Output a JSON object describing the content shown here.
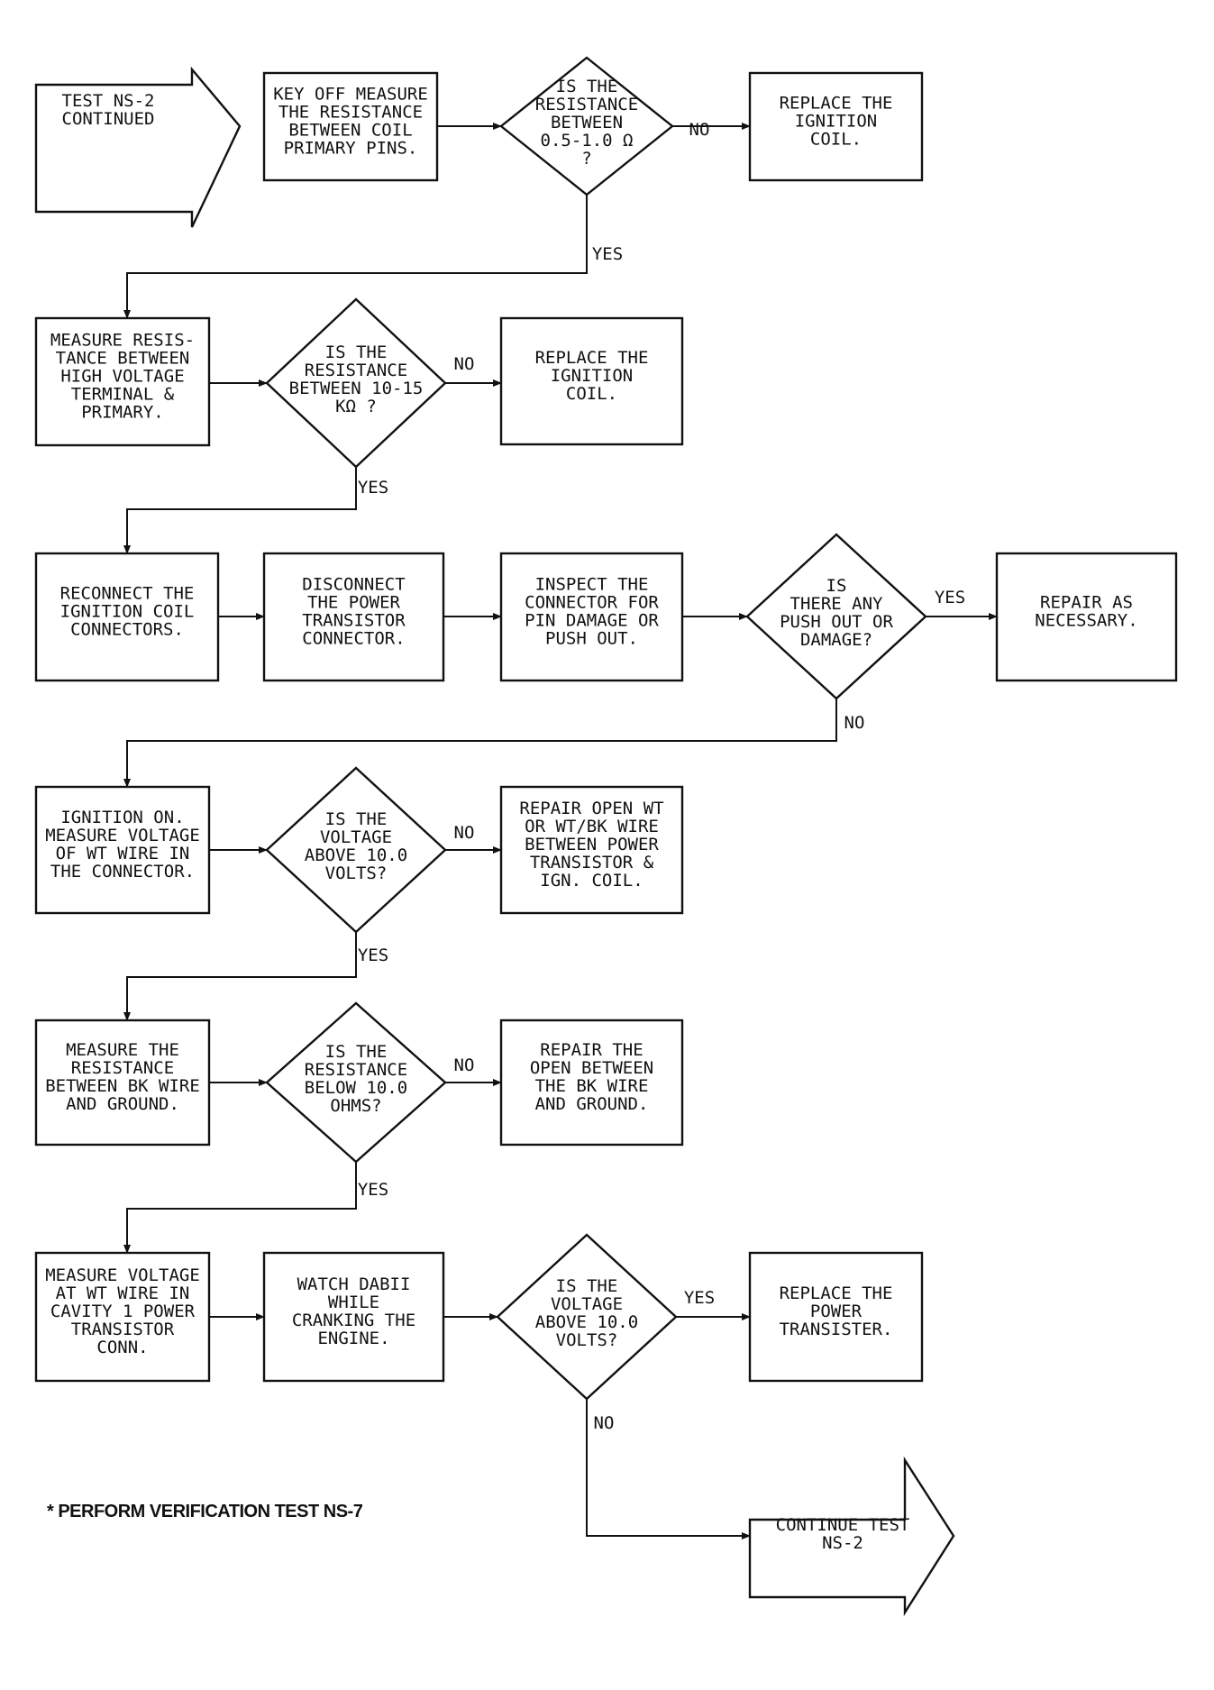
{
  "diagram": {
    "entry": {
      "lines": [
        "TEST NS-2",
        "CONTINUED"
      ]
    },
    "exit": {
      "lines": [
        "CONTINUE TEST",
        "NS-2"
      ]
    },
    "footnote": "* PERFORM VERIFICATION TEST NS-7",
    "nodes": [
      {
        "id": "key-off-measure-primary",
        "kind": "process",
        "lines": [
          "KEY OFF MEASURE",
          "THE RESISTANCE",
          "BETWEEN COIL",
          "PRIMARY PINS."
        ]
      },
      {
        "id": "primary-resistance-check",
        "kind": "decision",
        "lines": [
          "IS THE",
          "RESISTANCE",
          "BETWEEN",
          "0.5-1.0 Ω",
          "?"
        ]
      },
      {
        "id": "replace-ignition-coil-1",
        "kind": "process",
        "lines": [
          "REPLACE THE",
          "IGNITION",
          "COIL."
        ]
      },
      {
        "id": "measure-secondary-resistance",
        "kind": "process",
        "lines": [
          "MEASURE RESIS-",
          "TANCE BETWEEN",
          "HIGH VOLTAGE",
          "TERMINAL &",
          "PRIMARY."
        ]
      },
      {
        "id": "secondary-resistance-check",
        "kind": "decision",
        "lines": [
          "IS THE",
          "RESISTANCE",
          "BETWEEN 10-15",
          "KΩ ?"
        ]
      },
      {
        "id": "replace-ignition-coil-2",
        "kind": "process",
        "lines": [
          "REPLACE THE",
          "IGNITION",
          "COIL."
        ]
      },
      {
        "id": "reconnect-coil-connectors",
        "kind": "process",
        "lines": [
          "RECONNECT THE",
          "IGNITION COIL",
          "CONNECTORS."
        ]
      },
      {
        "id": "disconnect-power-transistor",
        "kind": "process",
        "lines": [
          "DISCONNECT",
          "THE POWER",
          "TRANSISTOR",
          "CONNECTOR."
        ]
      },
      {
        "id": "inspect-connector",
        "kind": "process",
        "lines": [
          "INSPECT THE",
          "CONNECTOR FOR",
          "PIN DAMAGE OR",
          "PUSH OUT."
        ]
      },
      {
        "id": "damage-check",
        "kind": "decision",
        "lines": [
          "IS",
          "THERE ANY",
          "PUSH OUT OR",
          "DAMAGE?"
        ]
      },
      {
        "id": "repair-as-necessary",
        "kind": "process",
        "lines": [
          "REPAIR AS",
          "NECESSARY."
        ]
      },
      {
        "id": "measure-wt-voltage",
        "kind": "process",
        "lines": [
          "IGNITION ON.",
          "MEASURE VOLTAGE",
          "OF WT WIRE IN",
          "THE CONNECTOR."
        ]
      },
      {
        "id": "wt-voltage-check",
        "kind": "decision",
        "lines": [
          "IS THE",
          "VOLTAGE",
          "ABOVE 10.0",
          "VOLTS?"
        ]
      },
      {
        "id": "repair-open-wt",
        "kind": "process",
        "lines": [
          "REPAIR OPEN WT",
          "OR WT/BK WIRE",
          "BETWEEN POWER",
          "TRANSISTOR &",
          "IGN. COIL."
        ]
      },
      {
        "id": "measure-bk-resistance",
        "kind": "process",
        "lines": [
          "MEASURE THE",
          "RESISTANCE",
          "BETWEEN BK WIRE",
          "AND GROUND."
        ]
      },
      {
        "id": "bk-resistance-check",
        "kind": "decision",
        "lines": [
          "IS THE",
          "RESISTANCE",
          "BELOW 10.0",
          "OHMS?"
        ]
      },
      {
        "id": "repair-bk-open",
        "kind": "process",
        "lines": [
          "REPAIR THE",
          "OPEN BETWEEN",
          "THE BK WIRE",
          "AND GROUND."
        ]
      },
      {
        "id": "measure-cavity1-voltage",
        "kind": "process",
        "lines": [
          "MEASURE VOLTAGE",
          "AT WT WIRE IN",
          "CAVITY 1 POWER",
          "TRANSISTOR",
          "CONN."
        ]
      },
      {
        "id": "watch-dabii",
        "kind": "process",
        "lines": [
          "WATCH DABII",
          "WHILE",
          "CRANKING THE",
          "ENGINE."
        ]
      },
      {
        "id": "cranking-voltage-check",
        "kind": "decision",
        "lines": [
          "IS THE",
          "VOLTAGE",
          "ABOVE 10.0",
          "VOLTS?"
        ]
      },
      {
        "id": "replace-power-transistor",
        "kind": "process",
        "lines": [
          "REPLACE THE",
          "POWER",
          "TRANSISTER."
        ]
      }
    ],
    "edge_labels": [
      {
        "id": "no-1",
        "text": "NO"
      },
      {
        "id": "yes-1",
        "text": "YES"
      },
      {
        "id": "no-2",
        "text": "NO"
      },
      {
        "id": "yes-2",
        "text": "YES"
      },
      {
        "id": "yes-3",
        "text": "YES"
      },
      {
        "id": "no-3",
        "text": "NO"
      },
      {
        "id": "no-4",
        "text": "NO"
      },
      {
        "id": "yes-4",
        "text": "YES"
      },
      {
        "id": "no-5",
        "text": "NO"
      },
      {
        "id": "yes-5",
        "text": "YES"
      },
      {
        "id": "yes-6",
        "text": "YES"
      },
      {
        "id": "no-6",
        "text": "NO"
      }
    ]
  }
}
